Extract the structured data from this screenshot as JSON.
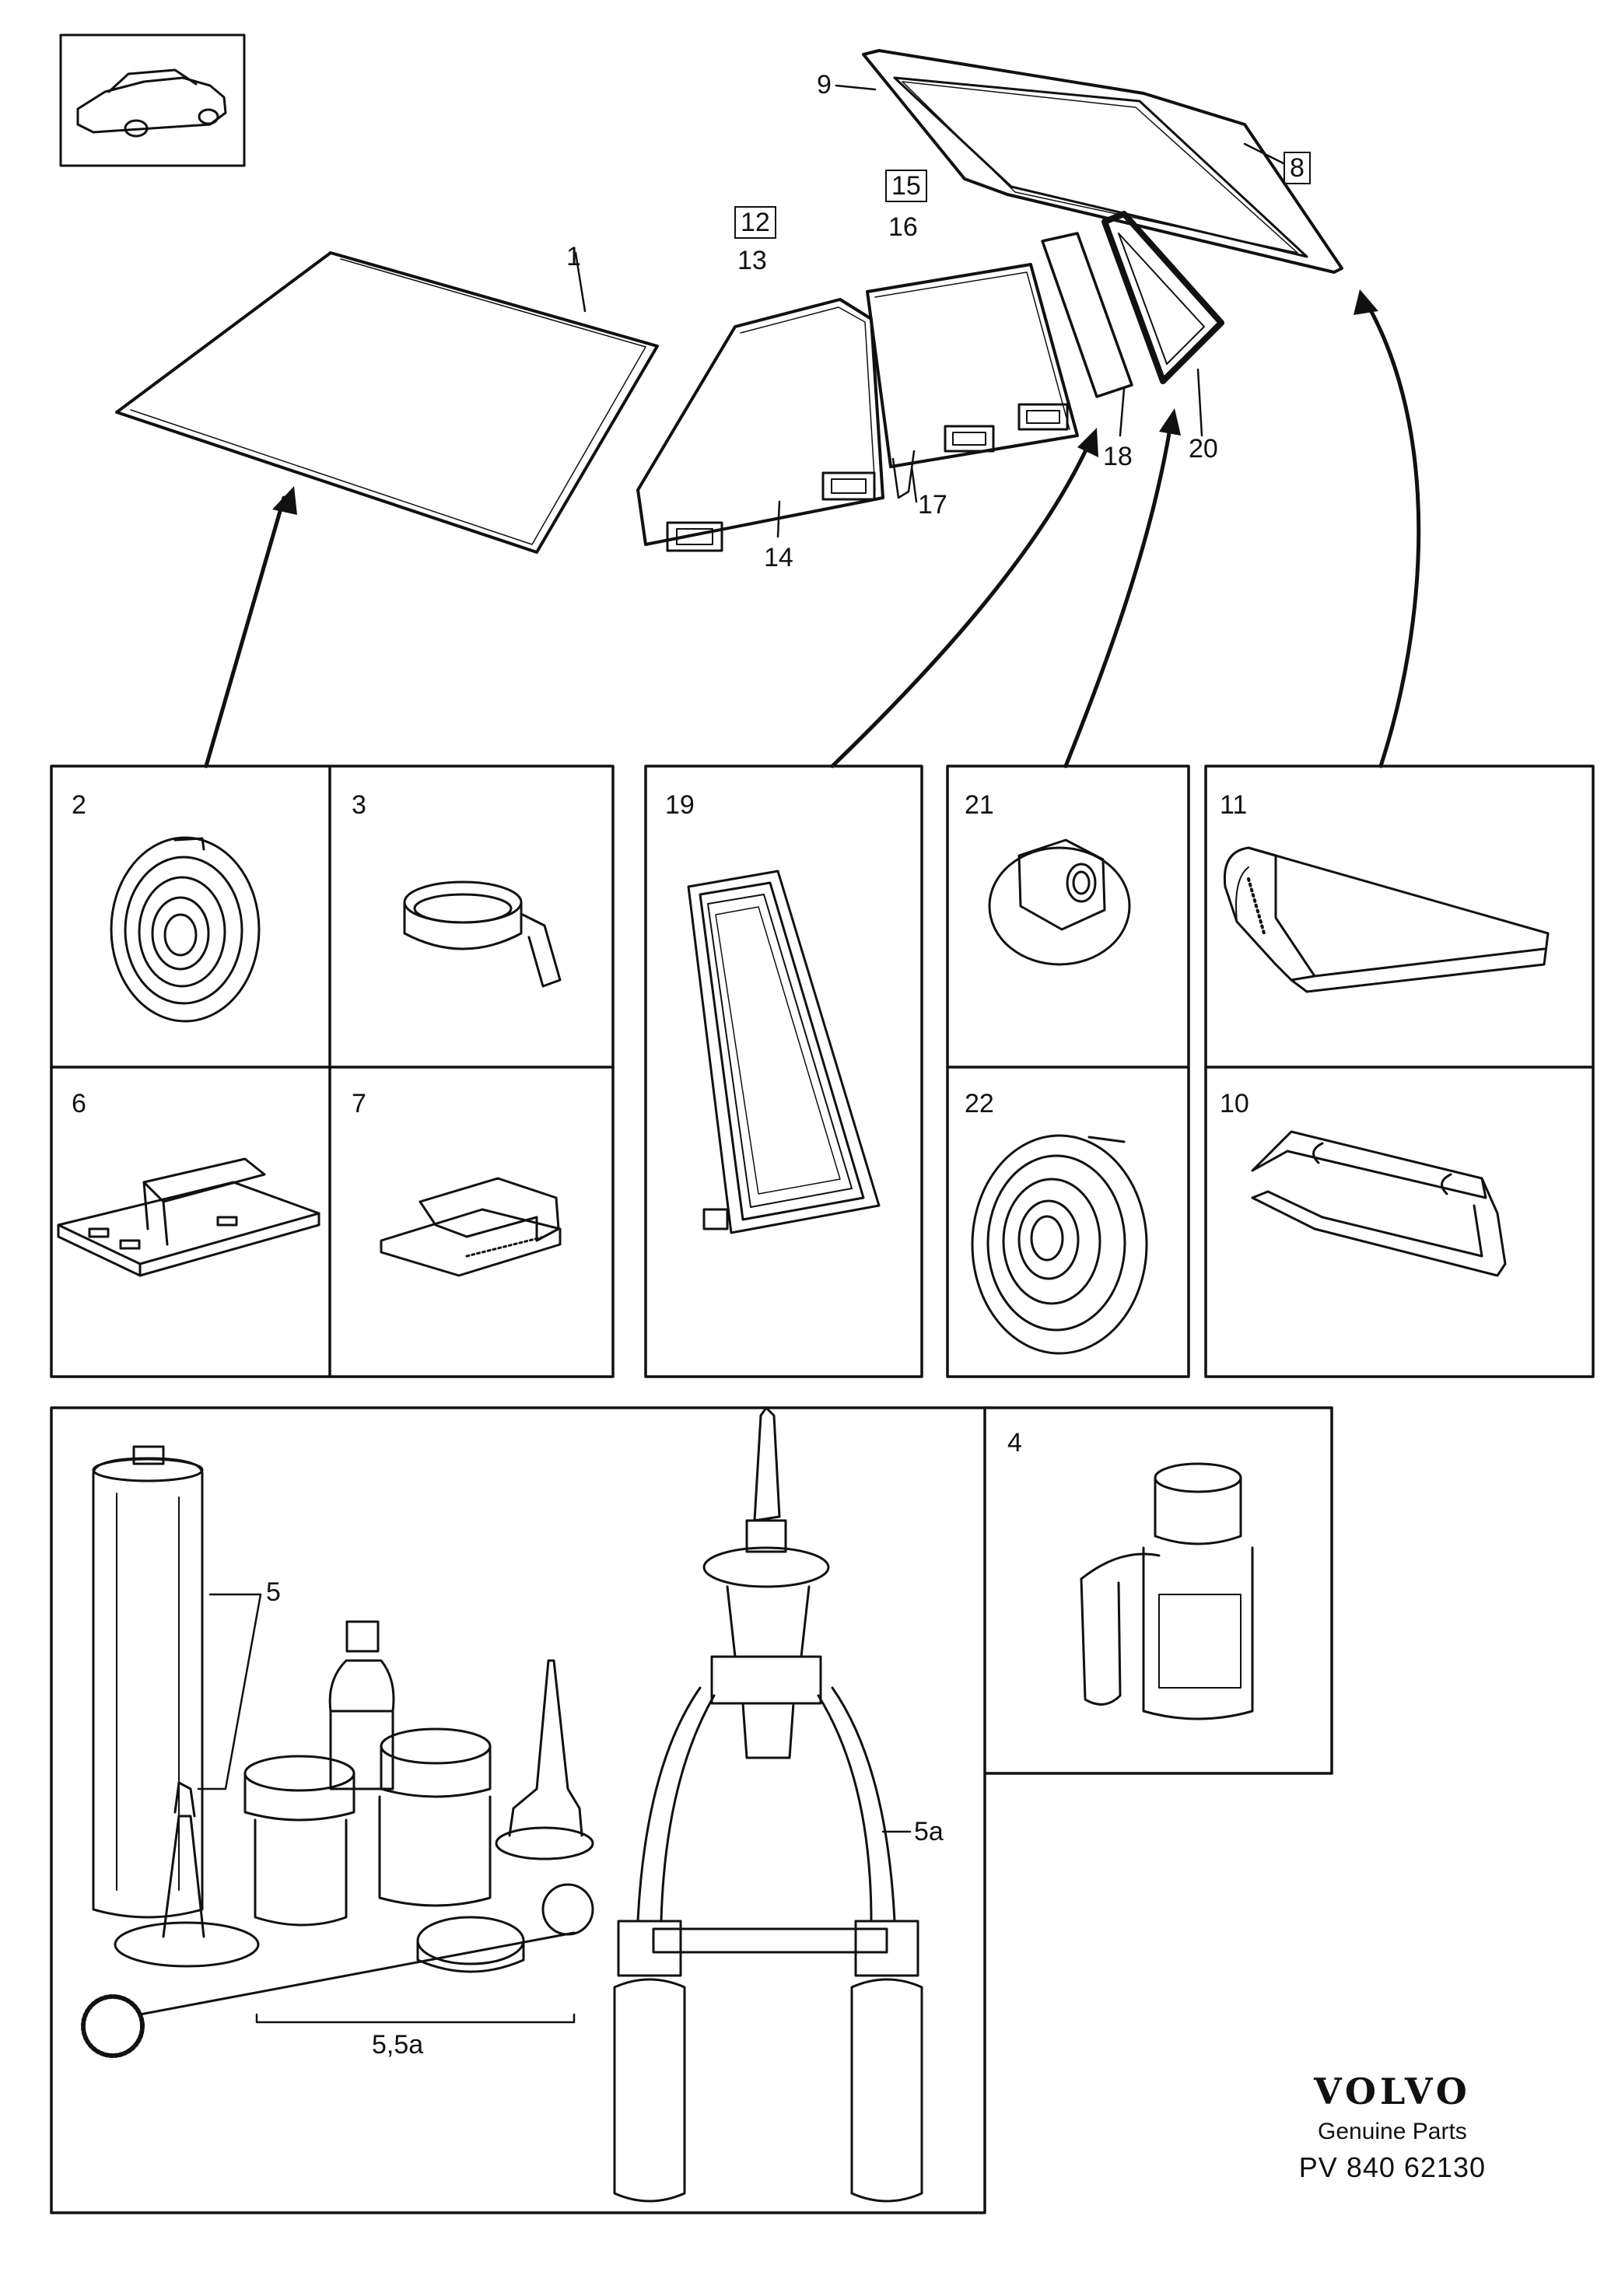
{
  "labels": {
    "p1": "1",
    "p2": "2",
    "p3": "3",
    "p4": "4",
    "p5": "5",
    "p5a": "5a",
    "p55a": "5,5a",
    "p6": "6",
    "p7": "7",
    "p8": "8",
    "p9": "9",
    "p10": "10",
    "p11": "11",
    "p12": "12",
    "p13": "13",
    "p14": "14",
    "p15": "15",
    "p16": "16",
    "p17": "17",
    "p18": "18",
    "p19": "19",
    "p20": "20",
    "p21": "21",
    "p22": "22"
  },
  "brand": {
    "logo": "VOLVO",
    "subtitle": "Genuine Parts",
    "code": "PV 840 62130"
  }
}
